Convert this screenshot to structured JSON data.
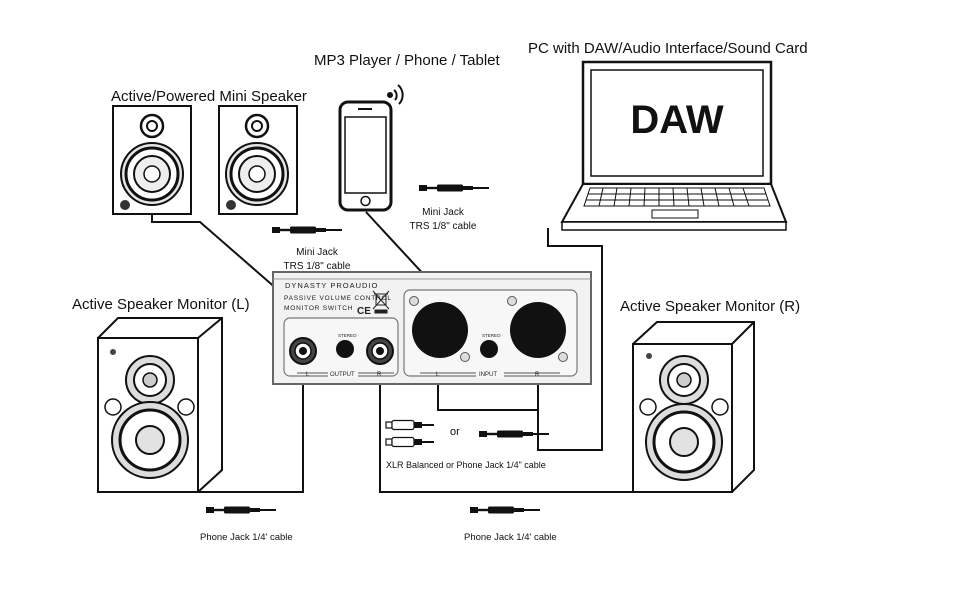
{
  "labels": {
    "mini_speaker": "Active/Powered Mini Speaker",
    "mp3_player": "MP3 Player / Phone / Tablet",
    "pc": "PC with DAW/Audio Interface/Sound Card",
    "daw_screen": "DAW",
    "monitor_left": "Active Speaker Monitor (L)",
    "monitor_right": "Active Speaker Monitor (R)",
    "mini_jack_left_line1": "Mini Jack",
    "mini_jack_left_line2": "TRS 1/8\" cable",
    "mini_jack_right_line1": "Mini Jack",
    "mini_jack_right_line2": "TRS 1/8\" cable",
    "or": "or",
    "xlr_caption": "XLR Balanced or Phone Jack 1/4\" cable",
    "phone_jack_left": "Phone Jack 1/4' cable",
    "phone_jack_right": "Phone Jack 1/4' cable"
  },
  "device": {
    "brand": "DYNASTY PROAUDIO",
    "title_line1": "PASSIVE VOLUME CONTROL",
    "title_line2": "MONITOR SWITCH",
    "ce_mark": "CE",
    "stereo_label": "STEREO",
    "output_label": "OUTPUT",
    "input_label": "INPUT",
    "output_l": "L",
    "output_r": "R",
    "input_l": "L",
    "input_r": "R"
  },
  "icons": {
    "wireless": "wireless-signal-icon",
    "recycle": "crossed-out-bin-icon"
  }
}
